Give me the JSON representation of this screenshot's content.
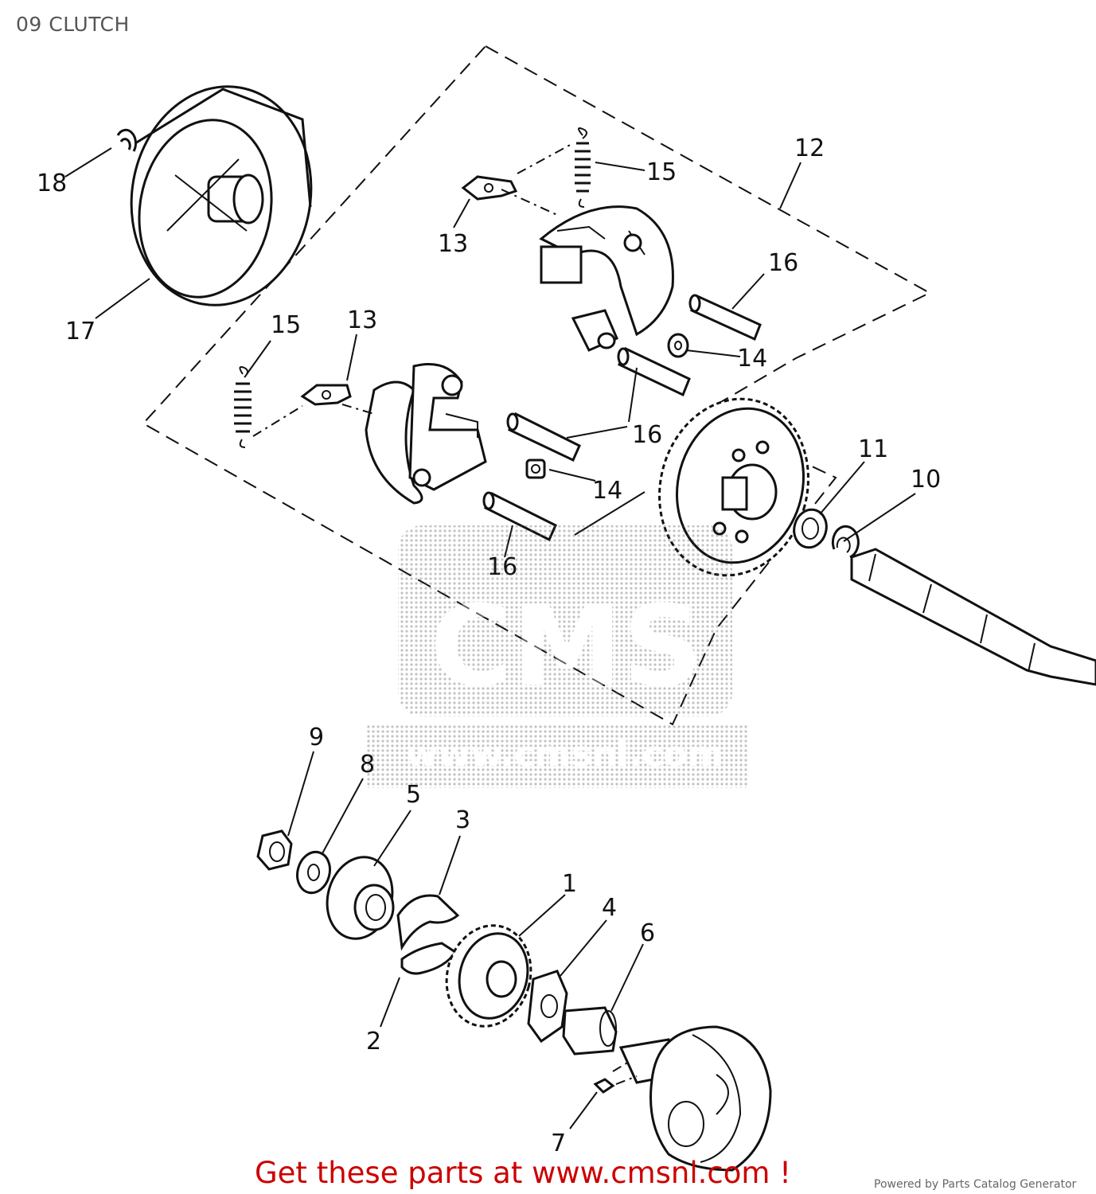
{
  "page": {
    "title": "09 CLUTCH"
  },
  "callouts": {
    "c1": "1",
    "c2": "2",
    "c3": "3",
    "c4": "4",
    "c5": "5",
    "c6": "6",
    "c7": "7",
    "c8": "8",
    "c9": "9",
    "c10": "10",
    "c11": "11",
    "c12": "12",
    "c13a": "13",
    "c13b": "13",
    "c14a": "14",
    "c14b": "14",
    "c15a": "15",
    "c15b": "15",
    "c16a": "16",
    "c16b": "16",
    "c16c": "16",
    "c17": "17",
    "c18": "18"
  },
  "footer": {
    "cta": "Get these parts at www.cmsnl.com !",
    "powered_by": "Powered by Parts Catalog Generator"
  },
  "watermark": {
    "brand": "CMS",
    "url": "www.cmsnl.com"
  },
  "colors": {
    "cta": "#cc0000",
    "ink": "#111111",
    "title": "#555555"
  }
}
